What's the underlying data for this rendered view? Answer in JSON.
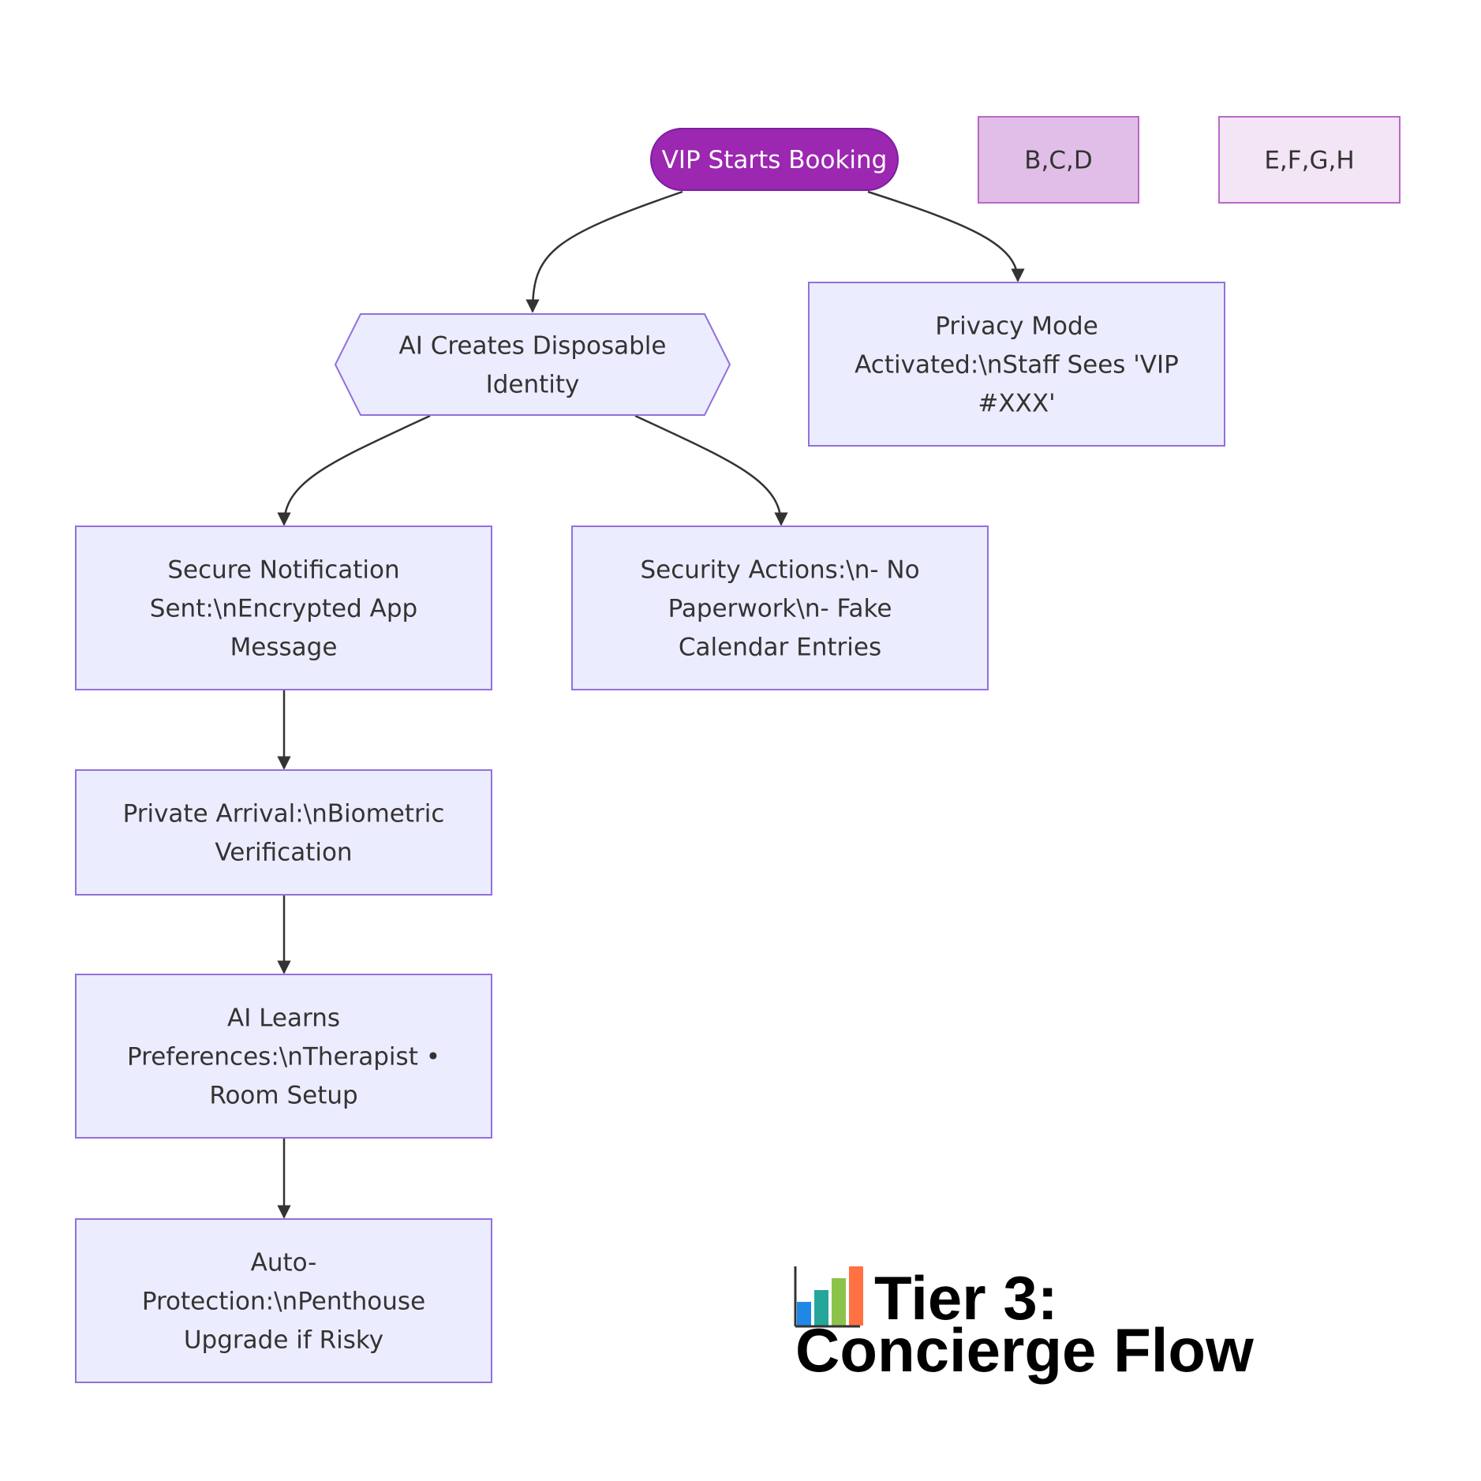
{
  "diagram": {
    "title": "Tier 3: Concierge Flow",
    "title_icon": "bar-chart-icon",
    "colors": {
      "node_fill": "#ECECFF",
      "node_stroke": "#9370DB",
      "start_fill": "#9C27B0",
      "start_stroke": "#7B1FA2",
      "edge": "#333333",
      "legend_1_fill": "#E1BEE7",
      "legend_1_stroke": "#BA68C8",
      "legend_2_fill": "#F3E5F5",
      "legend_2_stroke": "#BA68C8"
    },
    "nodes": [
      {
        "id": "A",
        "shape": "stadium",
        "lines": [
          "VIP Starts Booking"
        ]
      },
      {
        "id": "B",
        "shape": "hexagon",
        "lines": [
          "AI Creates Disposable",
          "Identity"
        ]
      },
      {
        "id": "C",
        "shape": "rect",
        "lines": [
          "Privacy Mode",
          "Activated:\\nStaff Sees 'VIP",
          "#XXX'"
        ]
      },
      {
        "id": "D",
        "shape": "rect",
        "lines": [
          "Secure Notification",
          "Sent:\\nEncrypted App",
          "Message"
        ]
      },
      {
        "id": "E",
        "shape": "rect",
        "lines": [
          "Security Actions:\\n- No",
          "Paperwork\\n- Fake",
          "Calendar Entries"
        ]
      },
      {
        "id": "F",
        "shape": "rect",
        "lines": [
          "Private Arrival:\\nBiometric",
          "Verification"
        ]
      },
      {
        "id": "G",
        "shape": "rect",
        "lines": [
          "AI Learns",
          "Preferences:\\nTherapist •",
          "Room Setup"
        ]
      },
      {
        "id": "H",
        "shape": "rect",
        "lines": [
          "Auto-",
          "Protection:\\nPenthouse",
          "Upgrade if Risky"
        ]
      },
      {
        "id": "L1",
        "shape": "legend",
        "lines": [
          "B,C,D"
        ]
      },
      {
        "id": "L2",
        "shape": "legend",
        "lines": [
          "E,F,G,H"
        ]
      }
    ],
    "edges": [
      {
        "from": "A",
        "to": "B"
      },
      {
        "from": "A",
        "to": "C"
      },
      {
        "from": "B",
        "to": "D"
      },
      {
        "from": "B",
        "to": "E"
      },
      {
        "from": "D",
        "to": "F"
      },
      {
        "from": "F",
        "to": "G"
      },
      {
        "from": "G",
        "to": "H"
      }
    ]
  }
}
